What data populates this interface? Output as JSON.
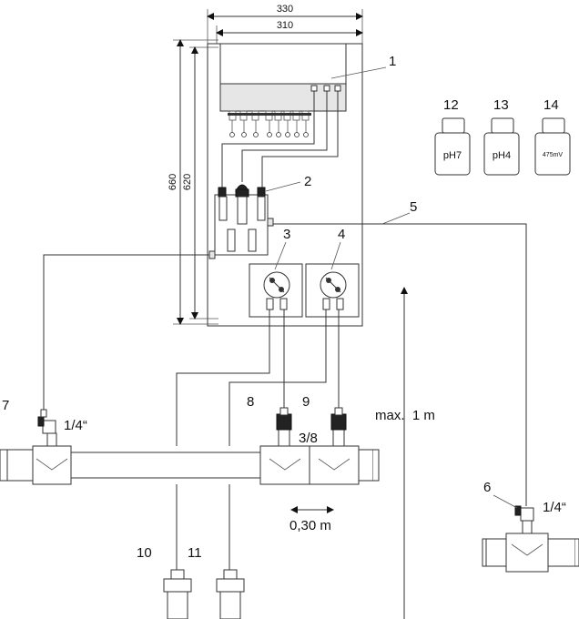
{
  "dimensions": {
    "width_outer": "330",
    "width_inner": "310",
    "height_outer": "660",
    "height_inner": "620"
  },
  "callouts": {
    "c1": "1",
    "c2": "2",
    "c3": "3",
    "c4": "4",
    "c5": "5",
    "c6": "6",
    "c7": "7",
    "c8": "8",
    "c9": "9",
    "c10": "10",
    "c11": "11",
    "c12": "12",
    "c13": "13",
    "c14": "14"
  },
  "bottles": {
    "b12": "pH7",
    "b13": "pH4",
    "b14": "475mV"
  },
  "notes": {
    "size_left_valve": "1/4“",
    "size_right_valve": "1/4“",
    "size_injectors": "3/8",
    "max_height": "max.  1 m",
    "spacing": "0,30 m"
  }
}
